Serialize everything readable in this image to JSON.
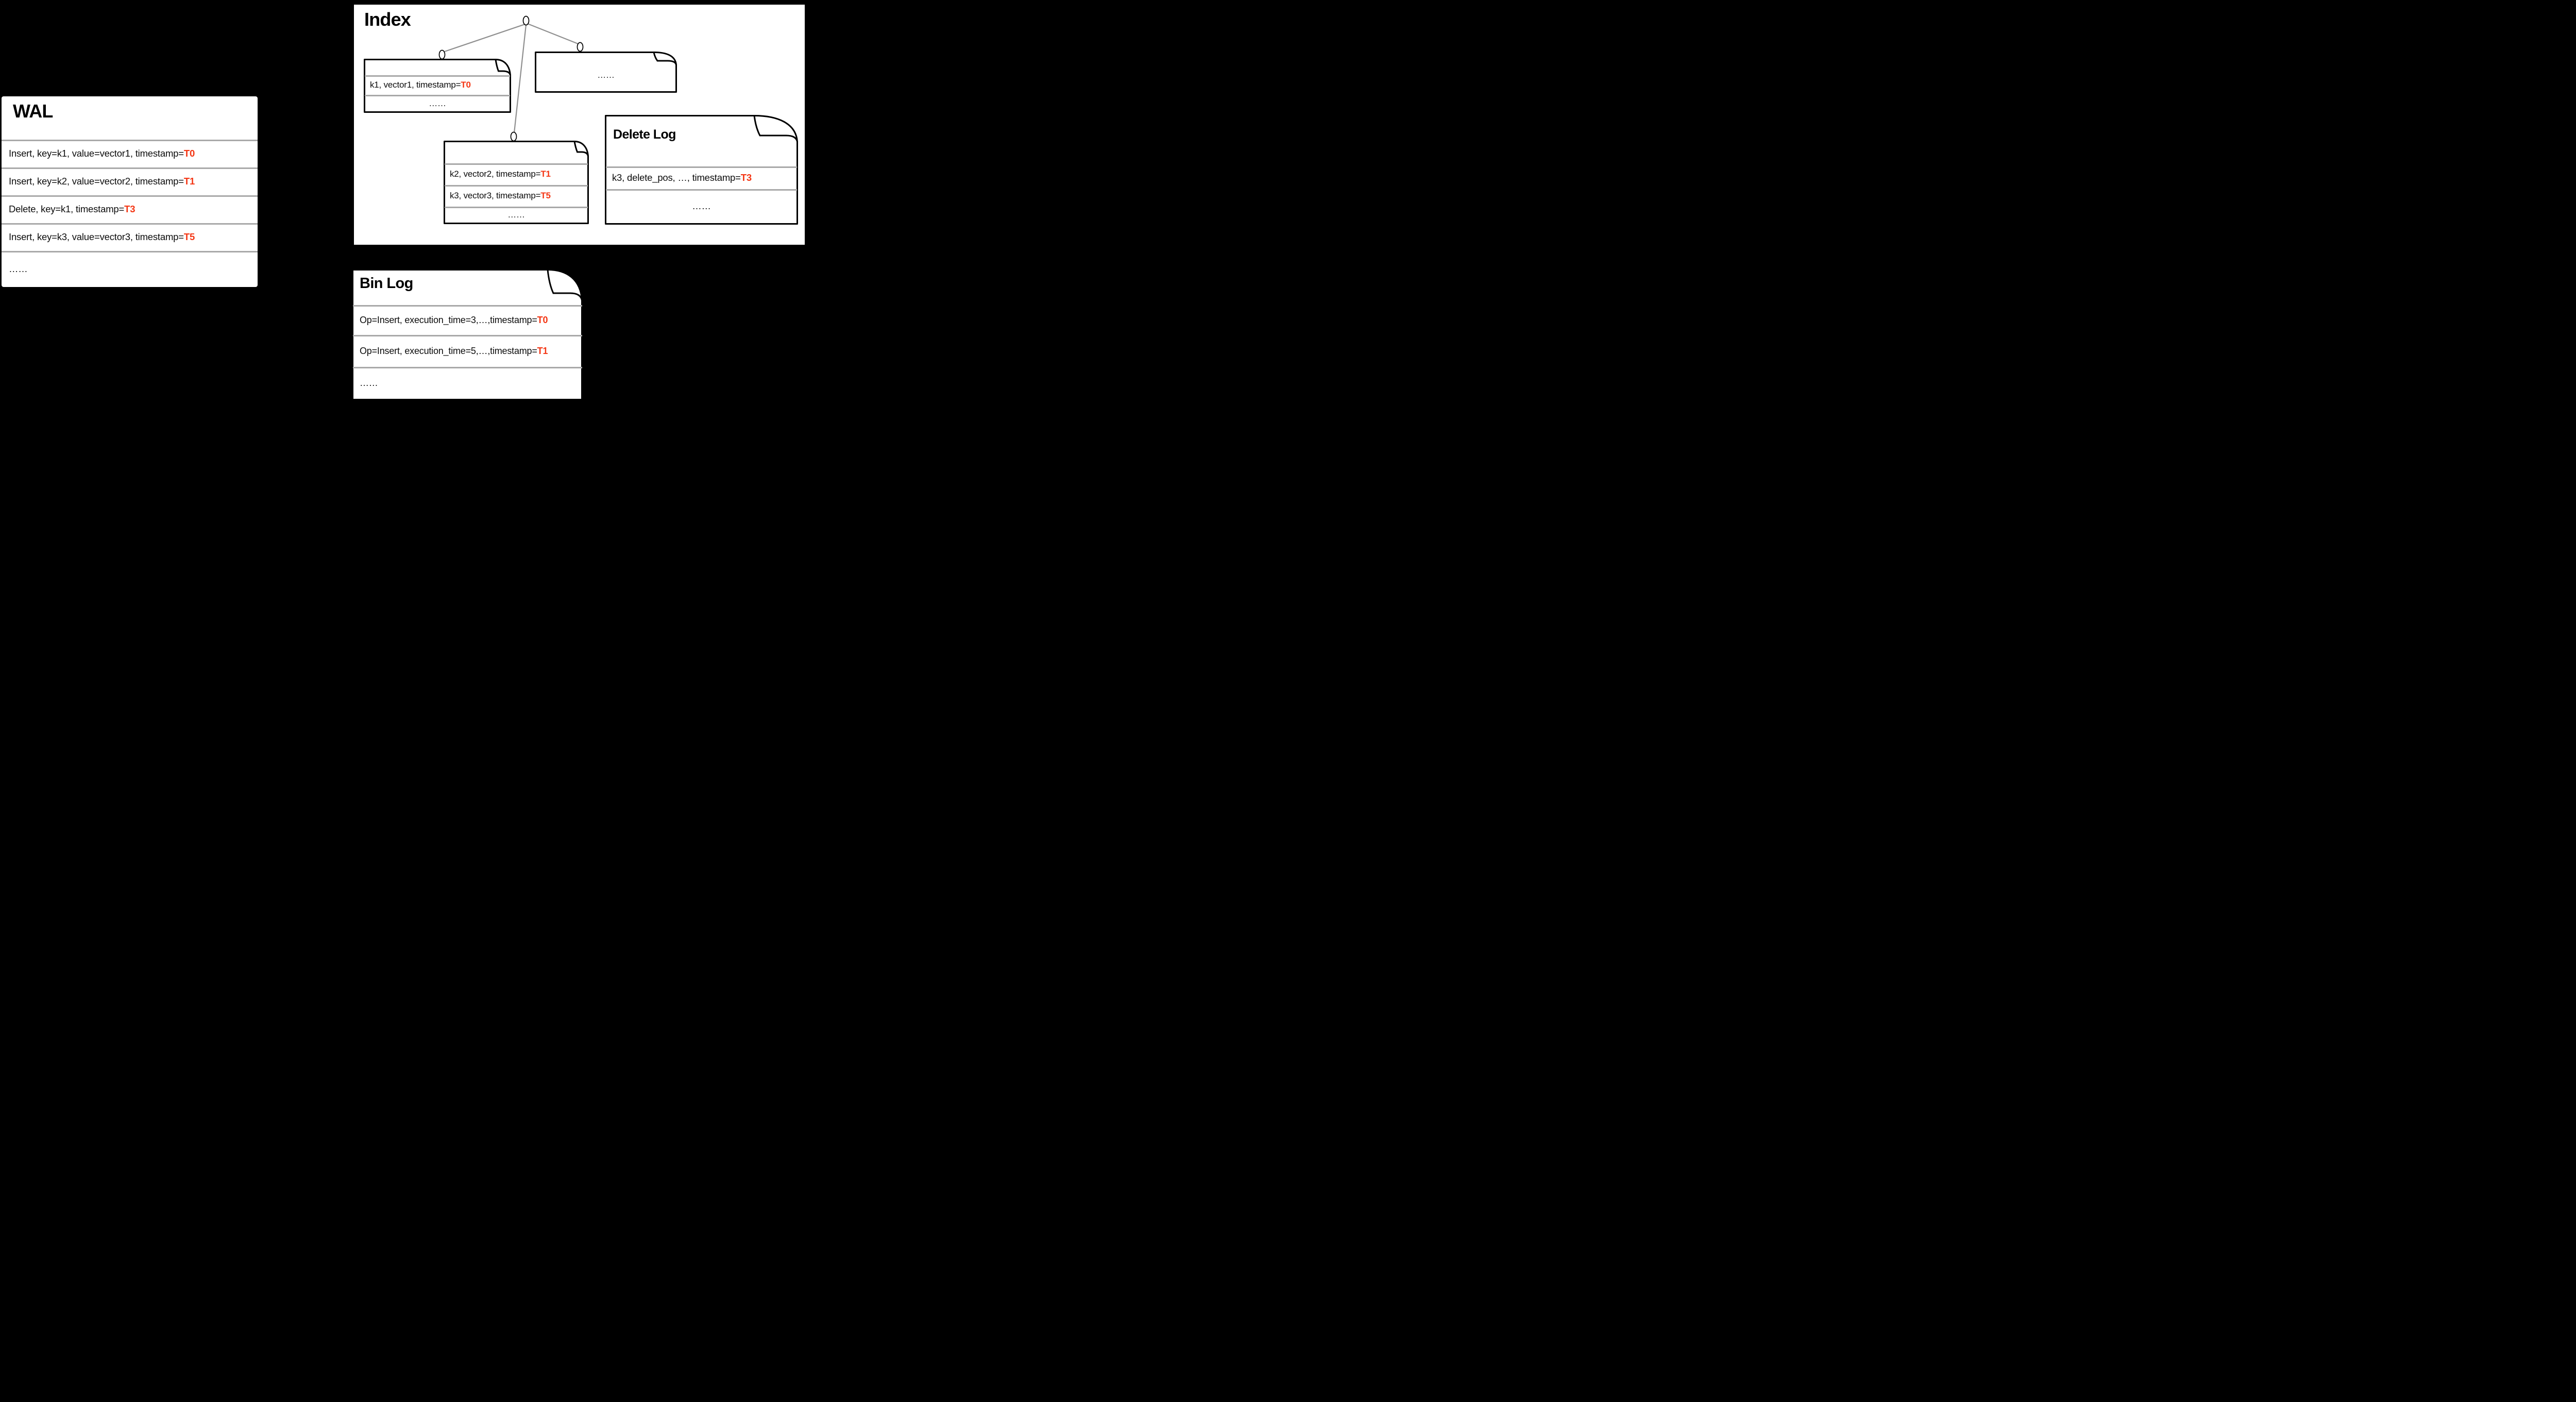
{
  "colors": {
    "background": "#000000",
    "panel_white": "#ffffff",
    "accent_red": "#f43614",
    "separator_gray": "#a9a9a9",
    "tree_line_gray": "#8f8f8f"
  },
  "wal": {
    "title": "WAL",
    "rows": [
      {
        "text": "Insert, key=k1, value=vector1, timestamp=",
        "timestamp": "T0"
      },
      {
        "text": "Insert, key=k2, value=vector2, timestamp=",
        "timestamp": "T1"
      },
      {
        "text": "Delete, key=k1, timestamp=",
        "timestamp": "T3"
      },
      {
        "text": "Insert, key=k3, value=vector3, timestamp=",
        "timestamp": "T5"
      },
      {
        "text": "……"
      }
    ]
  },
  "index": {
    "title": "Index",
    "segment_k1": {
      "rows": [
        {
          "text": "k1, vector1, timestamp=",
          "timestamp": "T0"
        },
        {
          "text": "……"
        }
      ]
    },
    "segment_more": {
      "text": "……"
    },
    "segment_k2": {
      "rows": [
        {
          "text": "k2, vector2, timestamp=",
          "timestamp": "T1"
        },
        {
          "text": "k3, vector3, timestamp=",
          "timestamp": "T5"
        },
        {
          "text": "……"
        }
      ]
    },
    "delete_log": {
      "title": "Delete Log",
      "rows": [
        {
          "text": "k3, delete_pos, …, timestamp=",
          "timestamp": "T3"
        },
        {
          "text": "……"
        }
      ]
    }
  },
  "bin_log": {
    "title": "Bin Log",
    "rows": [
      {
        "text": "Op=Insert, execution_time=3,…,timestamp=",
        "timestamp": "T0"
      },
      {
        "text": "Op=Insert, execution_time=5,…,timestamp=",
        "timestamp": "T1"
      },
      {
        "text": "……"
      }
    ]
  }
}
